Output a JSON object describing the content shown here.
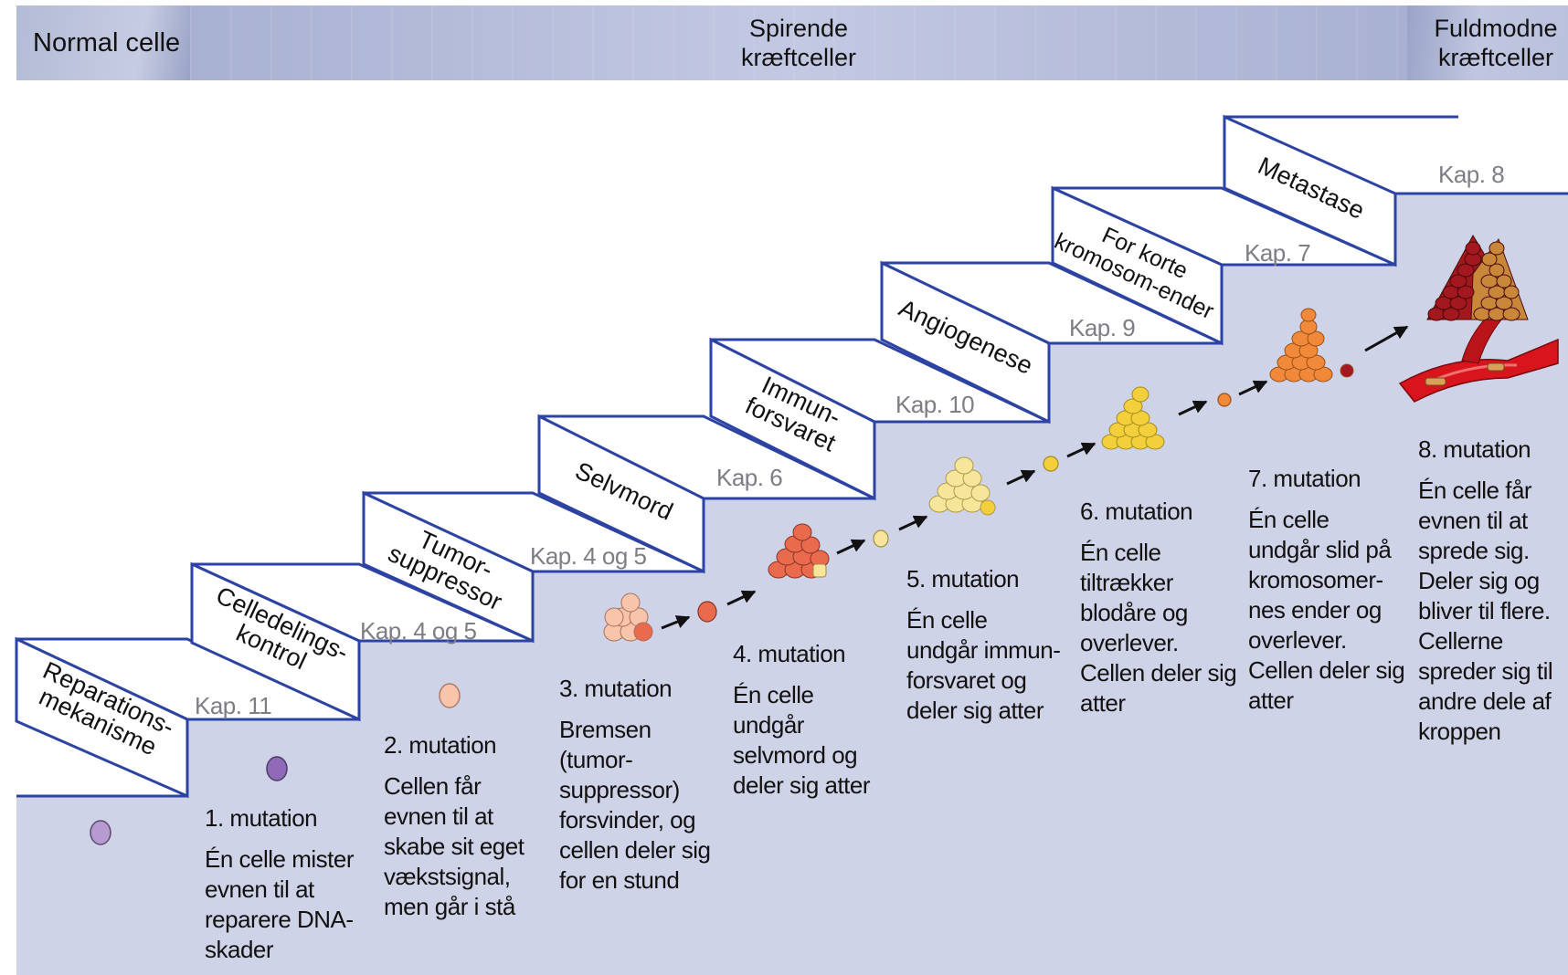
{
  "header": {
    "normal": "Normal celle",
    "spirende_1": "Spirende",
    "spirende_2": "kræftceller",
    "fuld_1": "Fuldmodne",
    "fuld_2": "kræftceller"
  },
  "steps": {
    "s1_1": "Reparations-",
    "s1_2": "mekanisme",
    "s2_1": "Celledelings-",
    "s2_2": "kontrol",
    "s3_1": "Tumor-",
    "s3_2": "suppressor",
    "s4": "Selvmord",
    "s5_1": "Immun-",
    "s5_2": "forsvaret",
    "s6": "Angiogenese",
    "s7_1": "For korte",
    "s7_2": "kromosom-ender",
    "s8": "Metastase"
  },
  "kap": {
    "k1": "Kap. 11",
    "k2": "Kap. 4 og 5",
    "k3": "Kap. 4 og 5",
    "k4": "Kap. 6",
    "k5": "Kap. 10",
    "k6": "Kap. 9",
    "k7": "Kap. 7",
    "k8": "Kap. 8"
  },
  "mutations": {
    "m1_title": "1. mutation",
    "m1_l1": "Én celle mister",
    "m1_l2": "evnen til at",
    "m1_l3": "reparere DNA-",
    "m1_l4": "skader",
    "m2_title": "2. mutation",
    "m2_l1": "Cellen får",
    "m2_l2": "evnen til at",
    "m2_l3": "skabe sit eget",
    "m2_l4": "vækstsignal,",
    "m2_l5": "men går i stå",
    "m3_title": "3. mutation",
    "m3_l1": "Bremsen",
    "m3_l2": "(tumor-",
    "m3_l3": "suppressor)",
    "m3_l4": "forsvinder, og",
    "m3_l5": "cellen deler sig",
    "m3_l6": "for en stund",
    "m4_title": "4. mutation",
    "m4_l1": "Én celle",
    "m4_l2": "undgår",
    "m4_l3": "selvmord og",
    "m4_l4": "deler sig atter",
    "m5_title": "5. mutation",
    "m5_l1": "Én celle",
    "m5_l2": "undgår immun-",
    "m5_l3": "forsvaret og",
    "m5_l4": "deler sig atter",
    "m6_title": "6. mutation",
    "m6_l1": "Én celle",
    "m6_l2": "tiltrækker",
    "m6_l3": "blodåre og",
    "m6_l4": "overlever.",
    "m6_l5": "Cellen deler sig",
    "m6_l6": "atter",
    "m7_title": "7. mutation",
    "m7_l1": "Én celle",
    "m7_l2": "undgår slid på",
    "m7_l3": "kromosomer-",
    "m7_l4": "nes ender og",
    "m7_l5": "overlever.",
    "m7_l6": "Cellen deler sig",
    "m7_l7": "atter",
    "m8_title": "8. mutation",
    "m8_l1": "Én celle får",
    "m8_l2": "evnen til at",
    "m8_l3": "sprede sig.",
    "m8_l4": "Deler sig og",
    "m8_l5": "bliver til flere.",
    "m8_l6": "Cellerne",
    "m8_l7": "spreder sig til",
    "m8_l8": "andre dele af",
    "m8_l9": "kroppen"
  },
  "colors": {
    "background_fill": "#cfd3e8",
    "stair_line": "#2d43a3",
    "cell_purple": "#b79ad0",
    "cell_peach": "#f8c4aa",
    "cell_red_orange": "#ea6a4e",
    "cell_yellow_pale": "#f6e59a",
    "cell_yellow": "#f3cf3c",
    "cell_orange": "#f08a3a",
    "cell_darkred": "#a3181e",
    "blood_vessel": "#d8141c"
  }
}
